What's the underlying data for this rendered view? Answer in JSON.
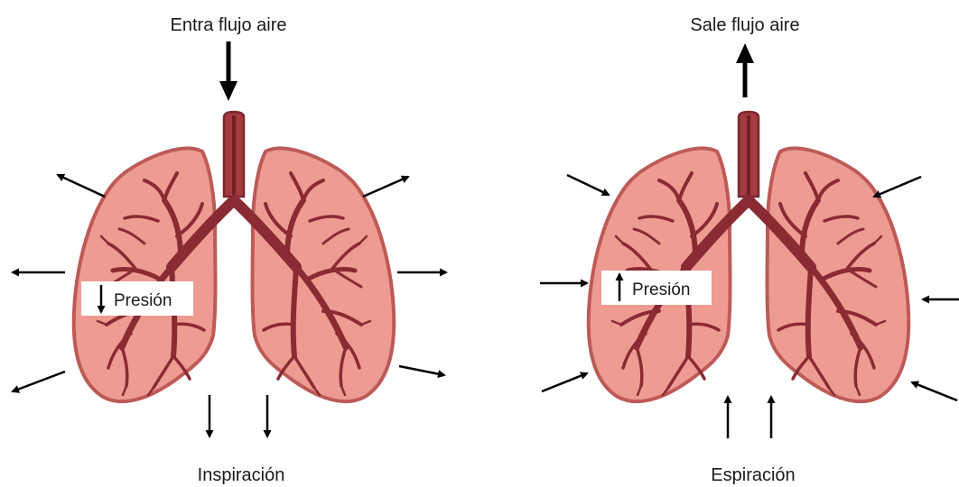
{
  "left": {
    "top_label": "Entra flujo aire",
    "bottom_label": "Inspiración",
    "pressure_label": "Presión"
  },
  "right": {
    "top_label": "Sale flujo aire",
    "bottom_label": "Espiración",
    "pressure_label": "Presión"
  },
  "colors": {
    "lung_fill": "#ee9c92",
    "lung_stroke": "#bd5a57",
    "airway": "#8a2a33",
    "arrow": "#000000",
    "label_box": "#ffffff"
  }
}
